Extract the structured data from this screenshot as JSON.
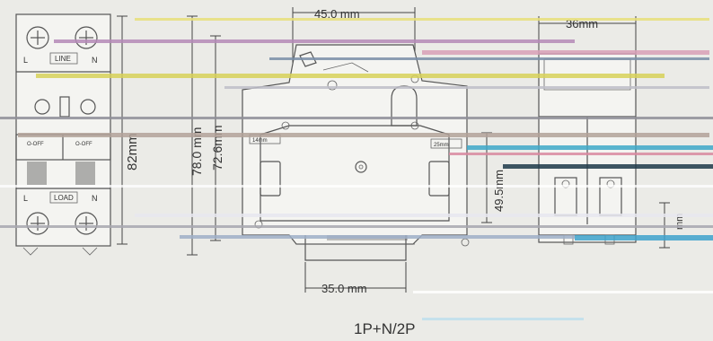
{
  "drawing": {
    "front_view": {
      "line_label": "LINE",
      "load_label": "LOAD",
      "terminal_l_top": "L",
      "terminal_n_top": "N",
      "terminal_l_bottom": "L",
      "terminal_n_bottom": "N",
      "switch_left_label": "O-OFF",
      "switch_right_label": "O-OFF",
      "height_dim": "82mm"
    },
    "side_view": {
      "width_top_dim": "45.0 mm",
      "height_78_dim": "78.0 mm",
      "height_72_dim": "72.6mm",
      "width_bottom_dim": "35.0 mm",
      "rail_height_dim": "49.5mm",
      "left_tag": "14mm",
      "right_tag": "25mm"
    },
    "right_view": {
      "width_dim": "36mm",
      "small_dim": "mm"
    },
    "caption": "1P+N/2P"
  }
}
